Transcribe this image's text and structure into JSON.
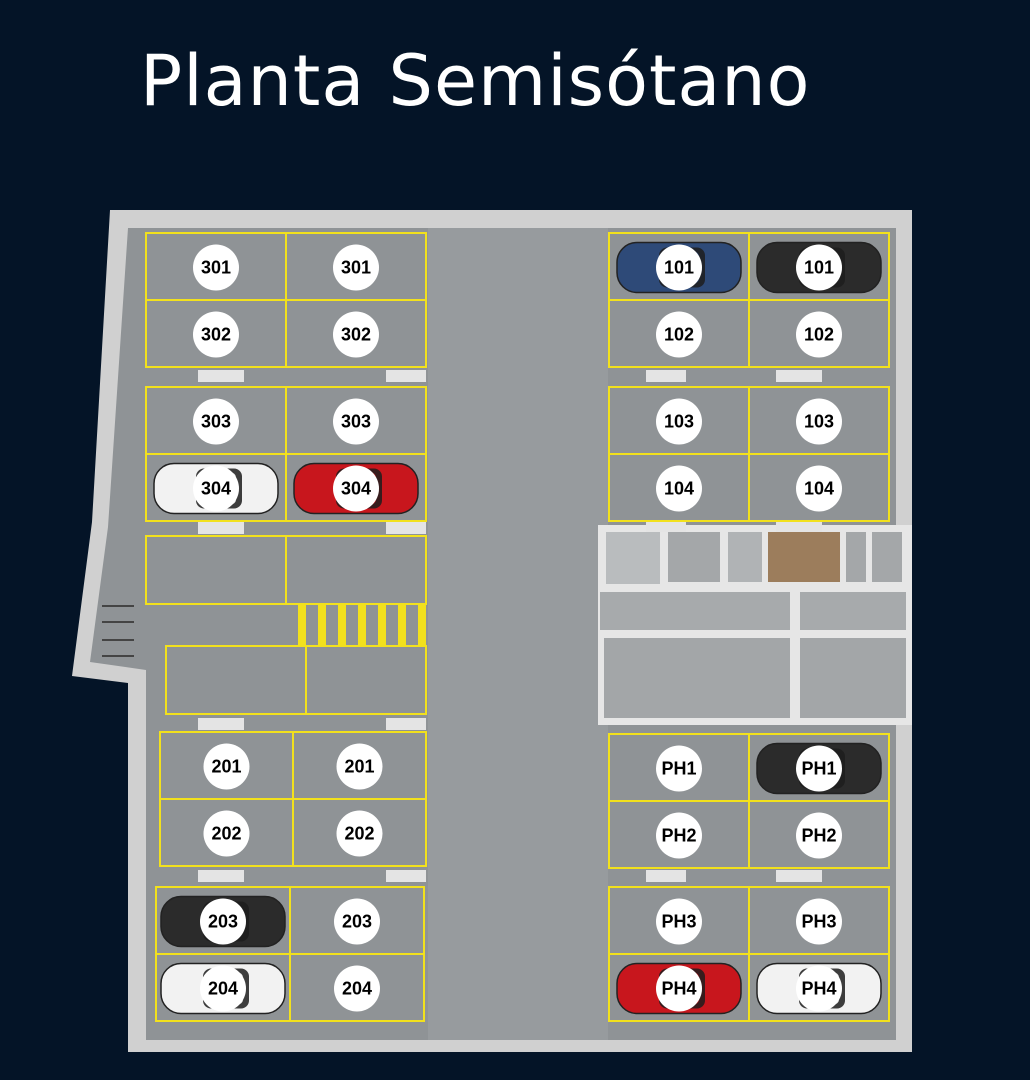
{
  "title": "Planta Semisótano",
  "colors": {
    "background": "#041427",
    "floor": "#8f9396",
    "wall": "#d9d9d9",
    "stripe": "#f2e11d",
    "badge": "#ffffff"
  },
  "blocks": [
    {
      "id": "block-left-top",
      "spaces": [
        {
          "label": "301",
          "car": null
        },
        {
          "label": "301",
          "car": null
        },
        {
          "label": "302",
          "car": null
        },
        {
          "label": "302",
          "car": null
        }
      ]
    },
    {
      "id": "block-left-mid",
      "spaces": [
        {
          "label": "303",
          "car": null
        },
        {
          "label": "303",
          "car": null
        },
        {
          "label": "304",
          "car": "white"
        },
        {
          "label": "304",
          "car": "red"
        }
      ]
    },
    {
      "id": "block-left-bottom",
      "spaces": [
        {
          "label": "201",
          "car": null
        },
        {
          "label": "201",
          "car": null
        },
        {
          "label": "202",
          "car": null
        },
        {
          "label": "202",
          "car": null
        }
      ]
    },
    {
      "id": "block-left-lower",
      "spaces": [
        {
          "label": "203",
          "car": "black"
        },
        {
          "label": "203",
          "car": null
        },
        {
          "label": "204",
          "car": "white"
        },
        {
          "label": "204",
          "car": null
        }
      ]
    },
    {
      "id": "block-right-top",
      "spaces": [
        {
          "label": "101",
          "car": "blue"
        },
        {
          "label": "101",
          "car": "black"
        },
        {
          "label": "102",
          "car": null
        },
        {
          "label": "102",
          "car": null
        }
      ]
    },
    {
      "id": "block-right-mid",
      "spaces": [
        {
          "label": "103",
          "car": null
        },
        {
          "label": "103",
          "car": null
        },
        {
          "label": "104",
          "car": null
        },
        {
          "label": "104",
          "car": null
        }
      ]
    },
    {
      "id": "block-right-bottom",
      "spaces": [
        {
          "label": "PH1",
          "car": null
        },
        {
          "label": "PH1",
          "car": "black"
        },
        {
          "label": "PH2",
          "car": null
        },
        {
          "label": "PH2",
          "car": null
        }
      ]
    },
    {
      "id": "block-right-lower",
      "spaces": [
        {
          "label": "PH3",
          "car": null
        },
        {
          "label": "PH3",
          "car": null
        },
        {
          "label": "PH4",
          "car": "red"
        },
        {
          "label": "PH4",
          "car": "white"
        }
      ]
    }
  ],
  "car_colors": {
    "white": "#f2f2f2",
    "red": "#c8161d",
    "black": "#2b2b2b",
    "blue": "#2e4a78"
  }
}
